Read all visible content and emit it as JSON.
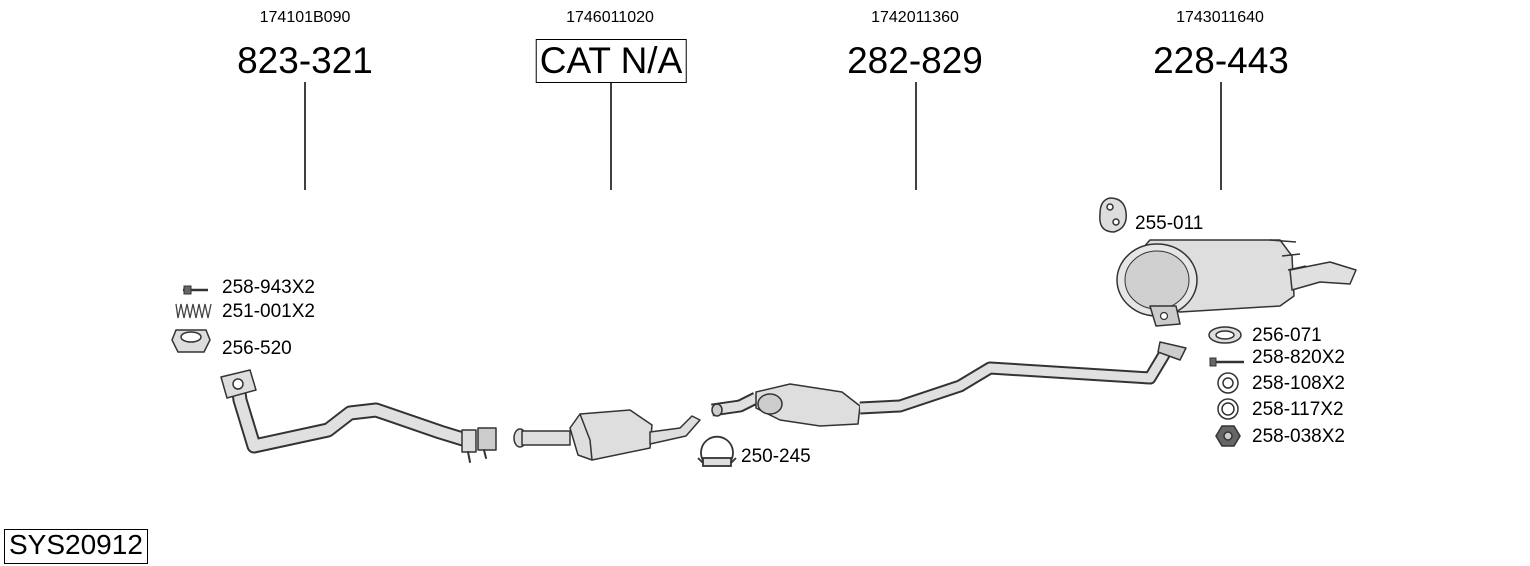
{
  "system_code": "SYS20912",
  "columns": [
    {
      "oe_number": "174101B090",
      "part_number": "823-321",
      "boxed": false
    },
    {
      "oe_number": "1746011020",
      "part_number": "CAT N/A",
      "boxed": true
    },
    {
      "oe_number": "1742011360",
      "part_number": "282-829",
      "boxed": false
    },
    {
      "oe_number": "1743011640",
      "part_number": "228-443",
      "boxed": false
    }
  ],
  "accessories": [
    {
      "label": "258-943X2",
      "icon": "bolt-icon"
    },
    {
      "label": "251-001X2",
      "icon": "spring-icon"
    },
    {
      "label": "256-520",
      "icon": "gasket-ring-icon"
    },
    {
      "label": "250-245",
      "icon": "clamp-icon"
    },
    {
      "label": "255-011",
      "icon": "rubber-hanger-icon"
    },
    {
      "label": "256-071",
      "icon": "gasket-icon"
    },
    {
      "label": "258-820X2",
      "icon": "bolt-icon"
    },
    {
      "label": "258-108X2",
      "icon": "washer-icon"
    },
    {
      "label": "258-117X2",
      "icon": "washer-icon"
    },
    {
      "label": "258-038X2",
      "icon": "nut-icon"
    }
  ]
}
